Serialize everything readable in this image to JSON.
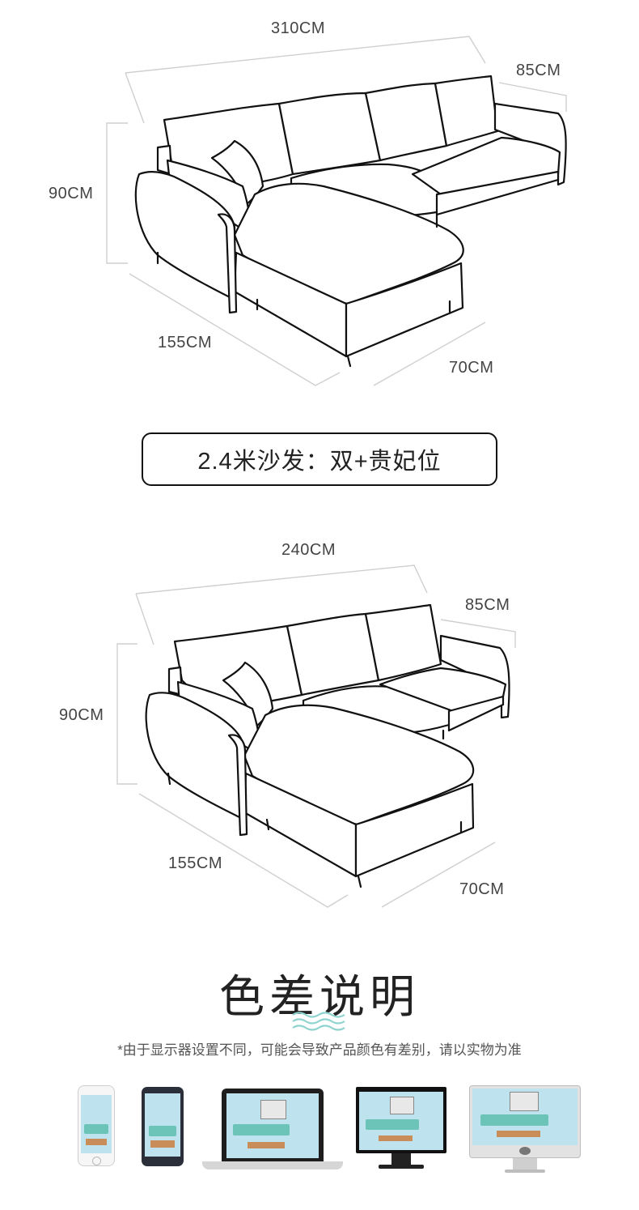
{
  "sofa_large": {
    "width": "310CM",
    "depth": "85CM",
    "height": "90CM",
    "chaise_length": "155CM",
    "chaise_width": "70CM"
  },
  "model_label": "2.4米沙发：双+贵妃位",
  "sofa_small": {
    "width": "240CM",
    "depth": "85CM",
    "height": "90CM",
    "chaise_length": "155CM",
    "chaise_width": "70CM"
  },
  "color_section": {
    "title": "色差说明",
    "note": "*由于显示器设置不同，可能会导致产品颜色有差别，请以实物为准",
    "devices": [
      "phone-white-icon",
      "phone-black-icon",
      "laptop-icon",
      "monitor-icon",
      "imac-icon"
    ]
  },
  "colors": {
    "accent_wave": "#8fd3cf",
    "sofa_teal": "#6cc3b7",
    "line": "#111111"
  }
}
